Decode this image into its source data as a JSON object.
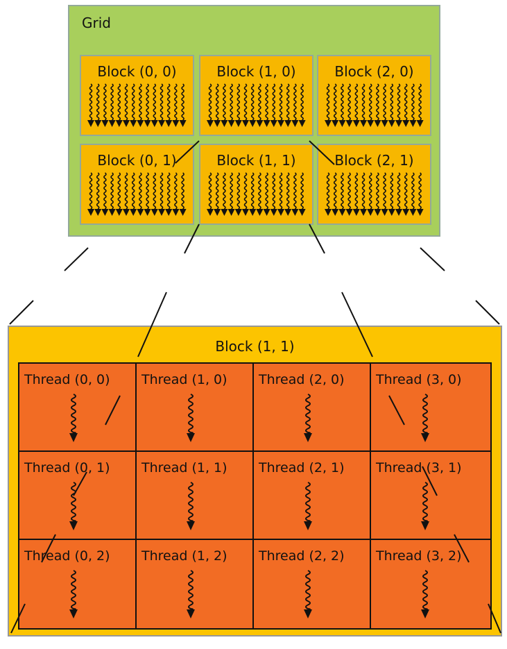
{
  "grid": {
    "title": "Grid",
    "blocks": [
      {
        "label": "Block (0, 0)"
      },
      {
        "label": "Block (1, 0)"
      },
      {
        "label": "Block (2, 0)"
      },
      {
        "label": "Block (0, 1)"
      },
      {
        "label": "Block (1, 1)"
      },
      {
        "label": "Block (2, 1)"
      }
    ]
  },
  "block_detail": {
    "title": "Block (1, 1)",
    "threads": [
      {
        "label": "Thread (0, 0)"
      },
      {
        "label": "Thread (1, 0)"
      },
      {
        "label": "Thread (2, 0)"
      },
      {
        "label": "Thread (3, 0)"
      },
      {
        "label": "Thread (0, 1)"
      },
      {
        "label": "Thread (1, 1)"
      },
      {
        "label": "Thread (2, 1)"
      },
      {
        "label": "Thread (3, 1)"
      },
      {
        "label": "Thread (0, 2)"
      },
      {
        "label": "Thread (1, 2)"
      },
      {
        "label": "Thread (2, 2)"
      },
      {
        "label": "Thread (3, 2)"
      }
    ]
  },
  "colors": {
    "grid_fill": "#a8cf5c",
    "block_fill": "#f7b700",
    "block_detail_fill": "#fcc400",
    "thread_fill": "#f26c24",
    "border": "#93a99a"
  }
}
